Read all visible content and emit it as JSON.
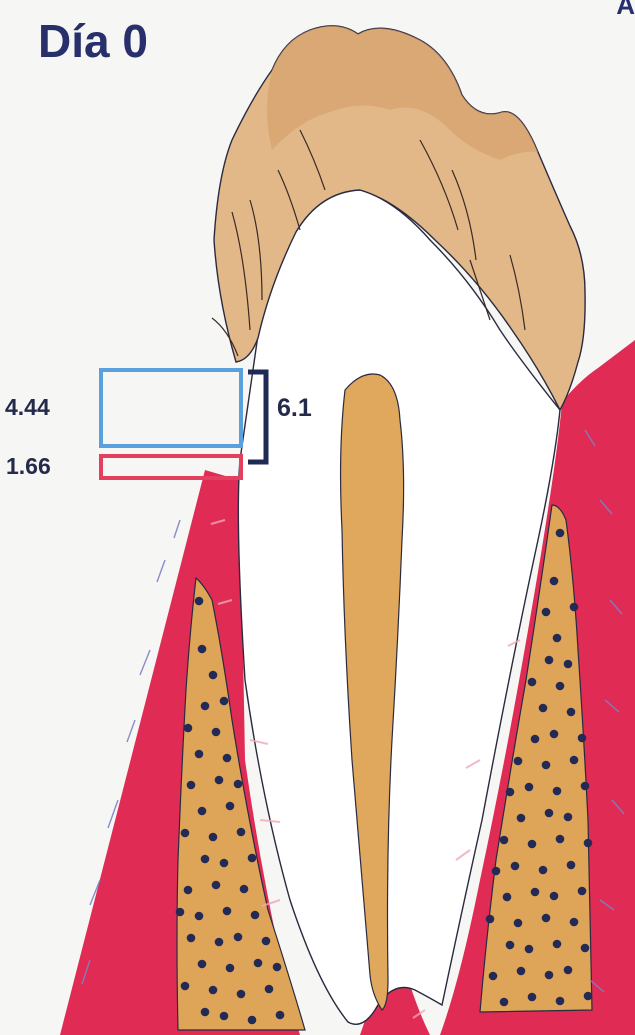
{
  "title": "Día 0",
  "corner_fragment": "A",
  "measurements": {
    "upper": "4.44",
    "lower": "1.66",
    "total": "6.1"
  },
  "colors": {
    "title": "#28306b",
    "label": "#232a4a",
    "background": "#f6f6f4",
    "crown": "#e2b888",
    "crown_shade": "#d29a66",
    "dentin": "#ffffff",
    "pulp": "#e0a85c",
    "gingiva": "#e02c55",
    "bone": "#dea458",
    "bone_dot": "#222a55",
    "gum_stroke": "#7a82c8",
    "measure_upper": "#5aa0dc",
    "measure_lower": "#e2405e",
    "bracket": "#1f2a55"
  }
}
